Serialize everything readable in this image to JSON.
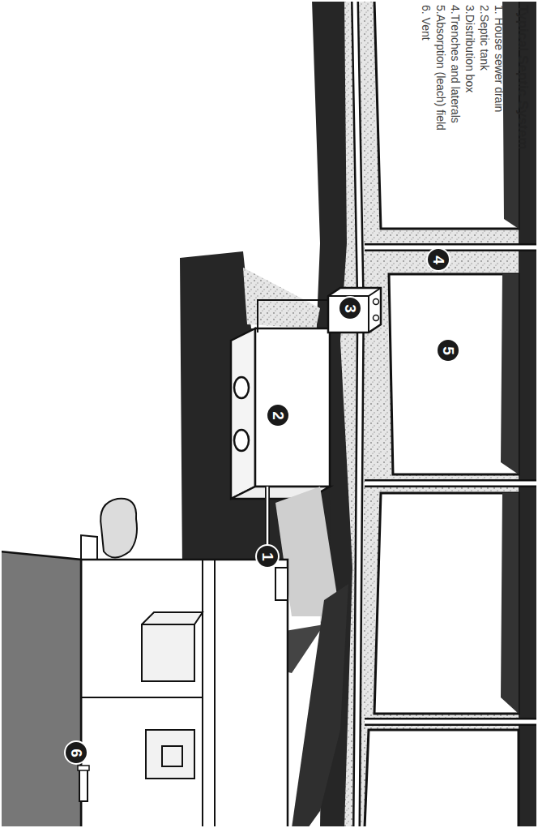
{
  "diagram": {
    "title": "Typical Septic System",
    "labels": [
      "1. House sewer drain",
      "2.Septic tank",
      "3.Distribution box",
      "4.Trenches and laterals",
      "5.Absorption (leach) field",
      "6. Vent",
      "1",
      "2",
      "3",
      "4",
      "5",
      "6"
    ]
  }
}
